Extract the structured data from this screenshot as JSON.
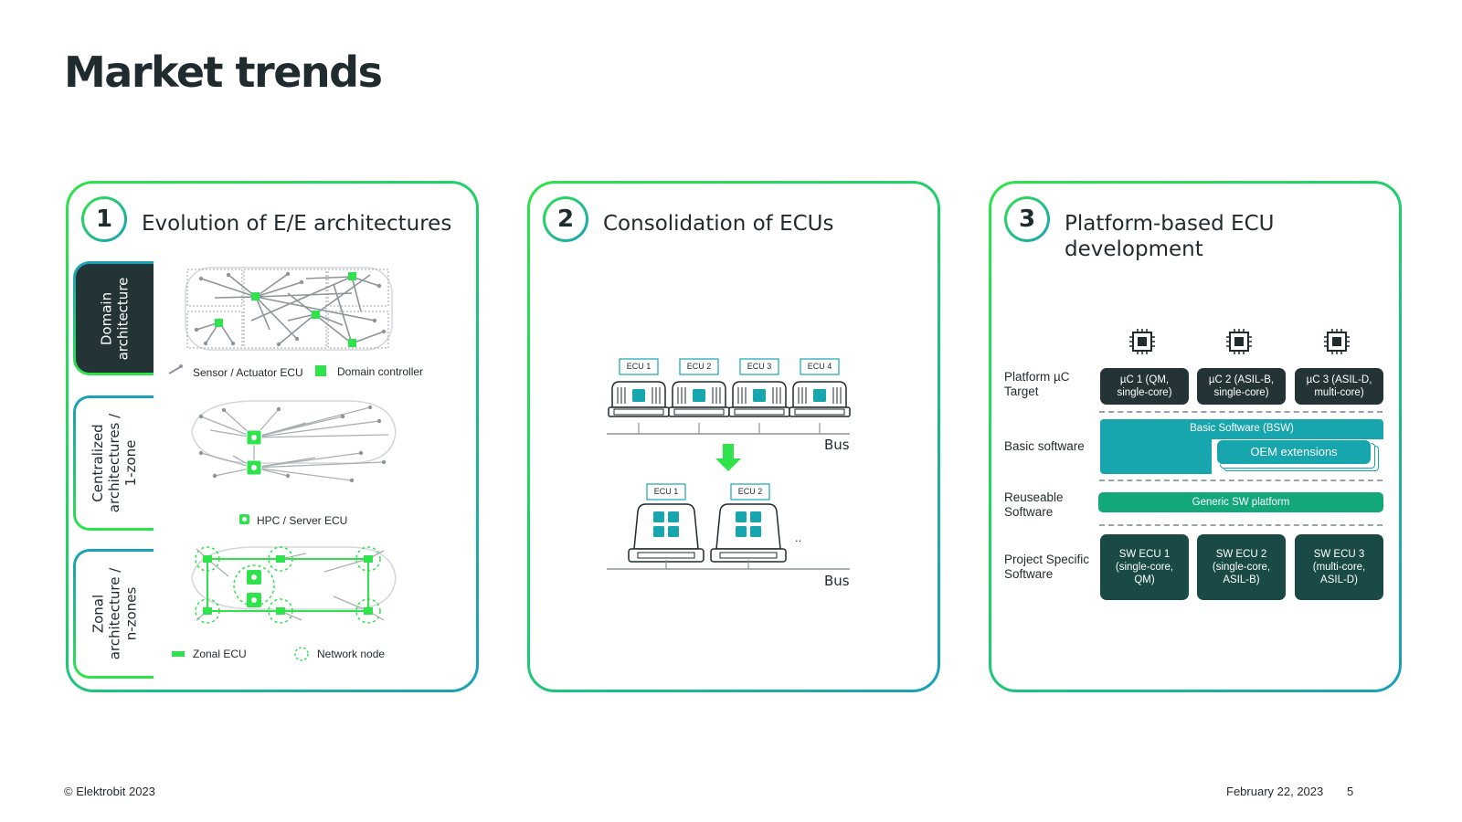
{
  "slide": {
    "title": "Market trends",
    "footer_copyright": "© Elektrobit 2023",
    "footer_date": "February 22, 2023",
    "page_number": "5"
  },
  "panel1": {
    "number": "1",
    "title": "Evolution of E/E architectures",
    "tabs": [
      "Domain\narchitecture",
      "Centralized\narchitectures /\n1-zone",
      "Zonal\narchitecture /\nn-zones"
    ],
    "legend": {
      "sensor": "Sensor / Actuator ECU",
      "domain_controller": "Domain controller",
      "hpc": "HPC / Server ECU",
      "zonal_ecu": "Zonal ECU",
      "network_node": "Network node"
    }
  },
  "panel2": {
    "number": "2",
    "title": "Consolidation of ECUs",
    "top_ecus": [
      "ECU 1",
      "ECU 2",
      "ECU 3",
      "ECU 4"
    ],
    "bottom_ecus": [
      "ECU 1",
      "ECU 2"
    ],
    "ellipsis": "..",
    "bus_label": "Bus"
  },
  "panel3": {
    "number": "3",
    "title": "Platform-based ECU development",
    "rows": {
      "platform": "Platform µC Target",
      "basic": "Basic software",
      "reuse": "Reuseable Software",
      "project": "Project Specific Software"
    },
    "mcus": [
      "µC 1 (QM,\nsingle-core)",
      "µC 2 (ASIL-B,\nsingle-core)",
      "µC 3 (ASIL-D,\nmulti-core)"
    ],
    "bsw": "Basic Software (BSW)",
    "oem": "OEM extensions",
    "generic": "Generic SW platform",
    "sw_ecus": [
      "SW ECU 1\n(single-core,\nQM)",
      "SW ECU 2\n(single-core,\nASIL-B)",
      "SW ECU 3\n(multi-core,\nASIL-D)"
    ]
  },
  "colors": {
    "green": "#2ee34b",
    "teal": "#1a9fb8",
    "bsw_teal": "#17a6ad",
    "generic_green": "#12a87a",
    "dark": "#243336",
    "dark_green": "#1a4a45"
  }
}
